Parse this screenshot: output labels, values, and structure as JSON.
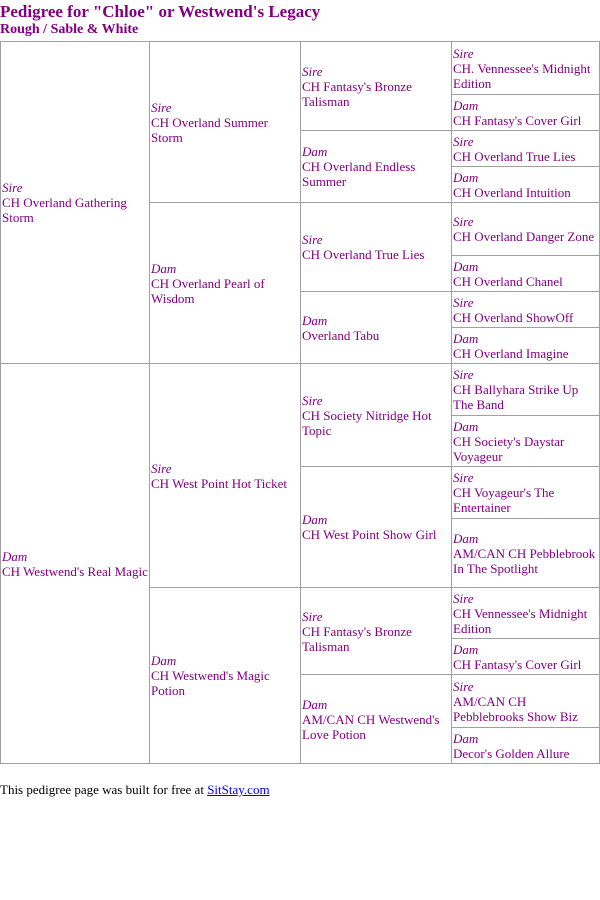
{
  "page": {
    "title": "Pedigree for \"Chloe\" or Westwend's Legacy",
    "subtitle": "Rough / Sable & White"
  },
  "colors": {
    "text": "#800080",
    "border": "#a0a0a0",
    "link": "#0000ee"
  },
  "pedigree": {
    "g1": [
      {
        "rel": "Sire",
        "name": "CH Overland Gathering Storm"
      },
      {
        "rel": "Dam",
        "name": "CH Westwend's Real Magic"
      }
    ],
    "g2": [
      {
        "rel": "Sire",
        "name": "CH Overland Summer Storm"
      },
      {
        "rel": "Dam",
        "name": "CH Overland Pearl of Wisdom"
      },
      {
        "rel": "Sire",
        "name": "CH West Point Hot Ticket"
      },
      {
        "rel": "Dam",
        "name": "CH Westwend's Magic Potion"
      }
    ],
    "g3": [
      {
        "rel": "Sire",
        "name": "CH Fantasy's Bronze Talisman"
      },
      {
        "rel": "Dam",
        "name": "CH Overland Endless Summer"
      },
      {
        "rel": "Sire",
        "name": "CH Overland True Lies"
      },
      {
        "rel": "Dam",
        "name": "Overland Tabu"
      },
      {
        "rel": "Sire",
        "name": "CH Society Nitridge Hot Topic"
      },
      {
        "rel": "Dam",
        "name": "CH West Point Show Girl"
      },
      {
        "rel": "Sire",
        "name": "CH Fantasy's Bronze Talisman"
      },
      {
        "rel": "Dam",
        "name": "AM/CAN CH Westwend's Love Potion"
      }
    ],
    "g4": [
      {
        "rel": "Sire",
        "name": "CH. Vennessee's Midnight Edition"
      },
      {
        "rel": "Dam",
        "name": "CH Fantasy's Cover Girl"
      },
      {
        "rel": "Sire",
        "name": "CH Overland True Lies"
      },
      {
        "rel": "Dam",
        "name": "CH Overland Intuition"
      },
      {
        "rel": "Sire",
        "name": "CH Overland Danger Zone"
      },
      {
        "rel": "Dam",
        "name": "CH Overland Chanel"
      },
      {
        "rel": "Sire",
        "name": "CH Overland ShowOff"
      },
      {
        "rel": "Dam",
        "name": "CH Overland Imagine"
      },
      {
        "rel": "Sire",
        "name": "CH Ballyhara Strike Up The Band"
      },
      {
        "rel": "Dam",
        "name": "CH Society's Daystar Voyageur"
      },
      {
        "rel": "Sire",
        "name": "CH Voyageur's The Entertainer"
      },
      {
        "rel": "Dam",
        "name": "AM/CAN CH Pebblebrook In The Spotlight"
      },
      {
        "rel": "Sire",
        "name": "CH Vennessee's Midnight Edition"
      },
      {
        "rel": "Dam",
        "name": "CH Fantasy's Cover Girl"
      },
      {
        "rel": "Sire",
        "name": "AM/CAN CH Pebblebrooks Show Biz"
      },
      {
        "rel": "Dam",
        "name": "Decor's Golden Allure"
      }
    ]
  },
  "footer": {
    "text": "This pedigree page was built for free at ",
    "link_text": "SitStay.com"
  }
}
